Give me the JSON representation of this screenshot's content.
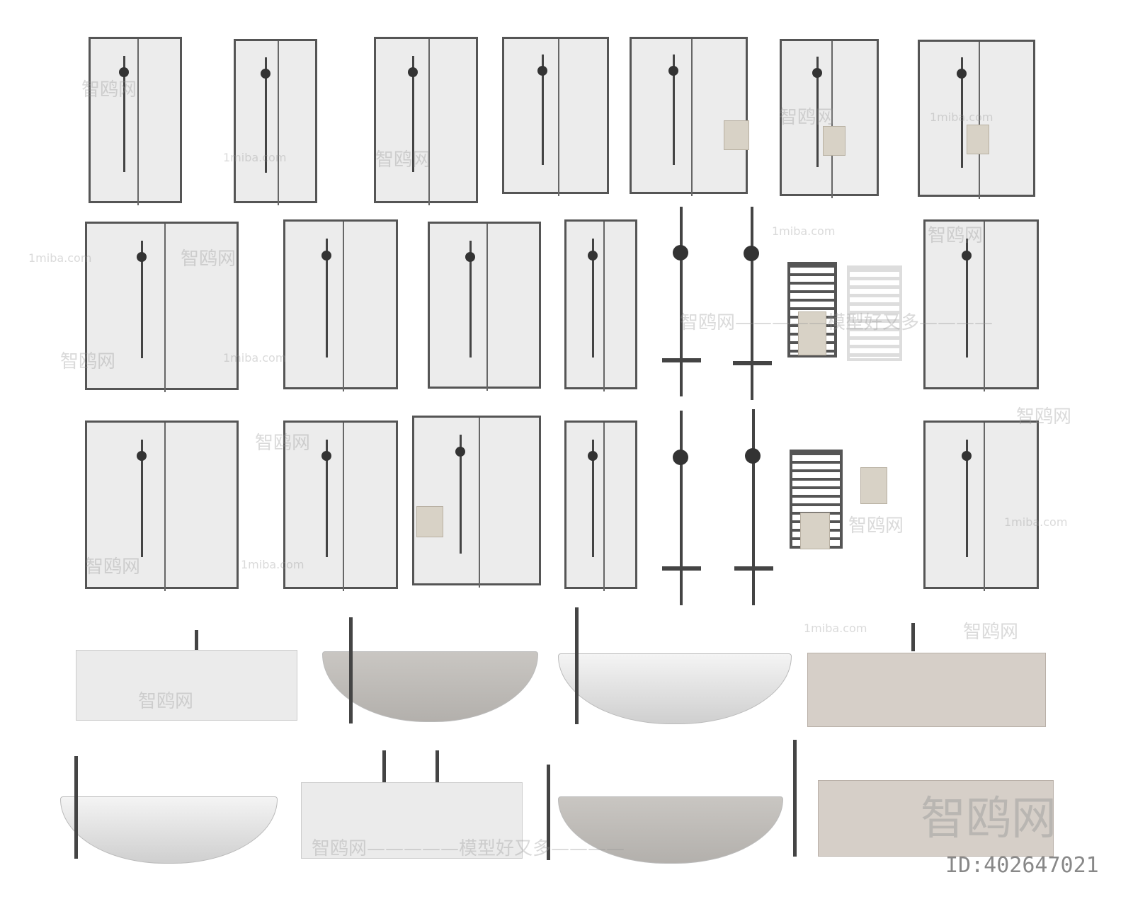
{
  "watermarks": {
    "brand_cn": "智鸥网",
    "site": "1miba.com",
    "slogan_line": "智鸥网—————模型好又多————",
    "model_id": "ID:402647021"
  },
  "colors": {
    "frame": "#555555",
    "glass": "#ececec",
    "tub_beige": "#d6cfc8"
  }
}
